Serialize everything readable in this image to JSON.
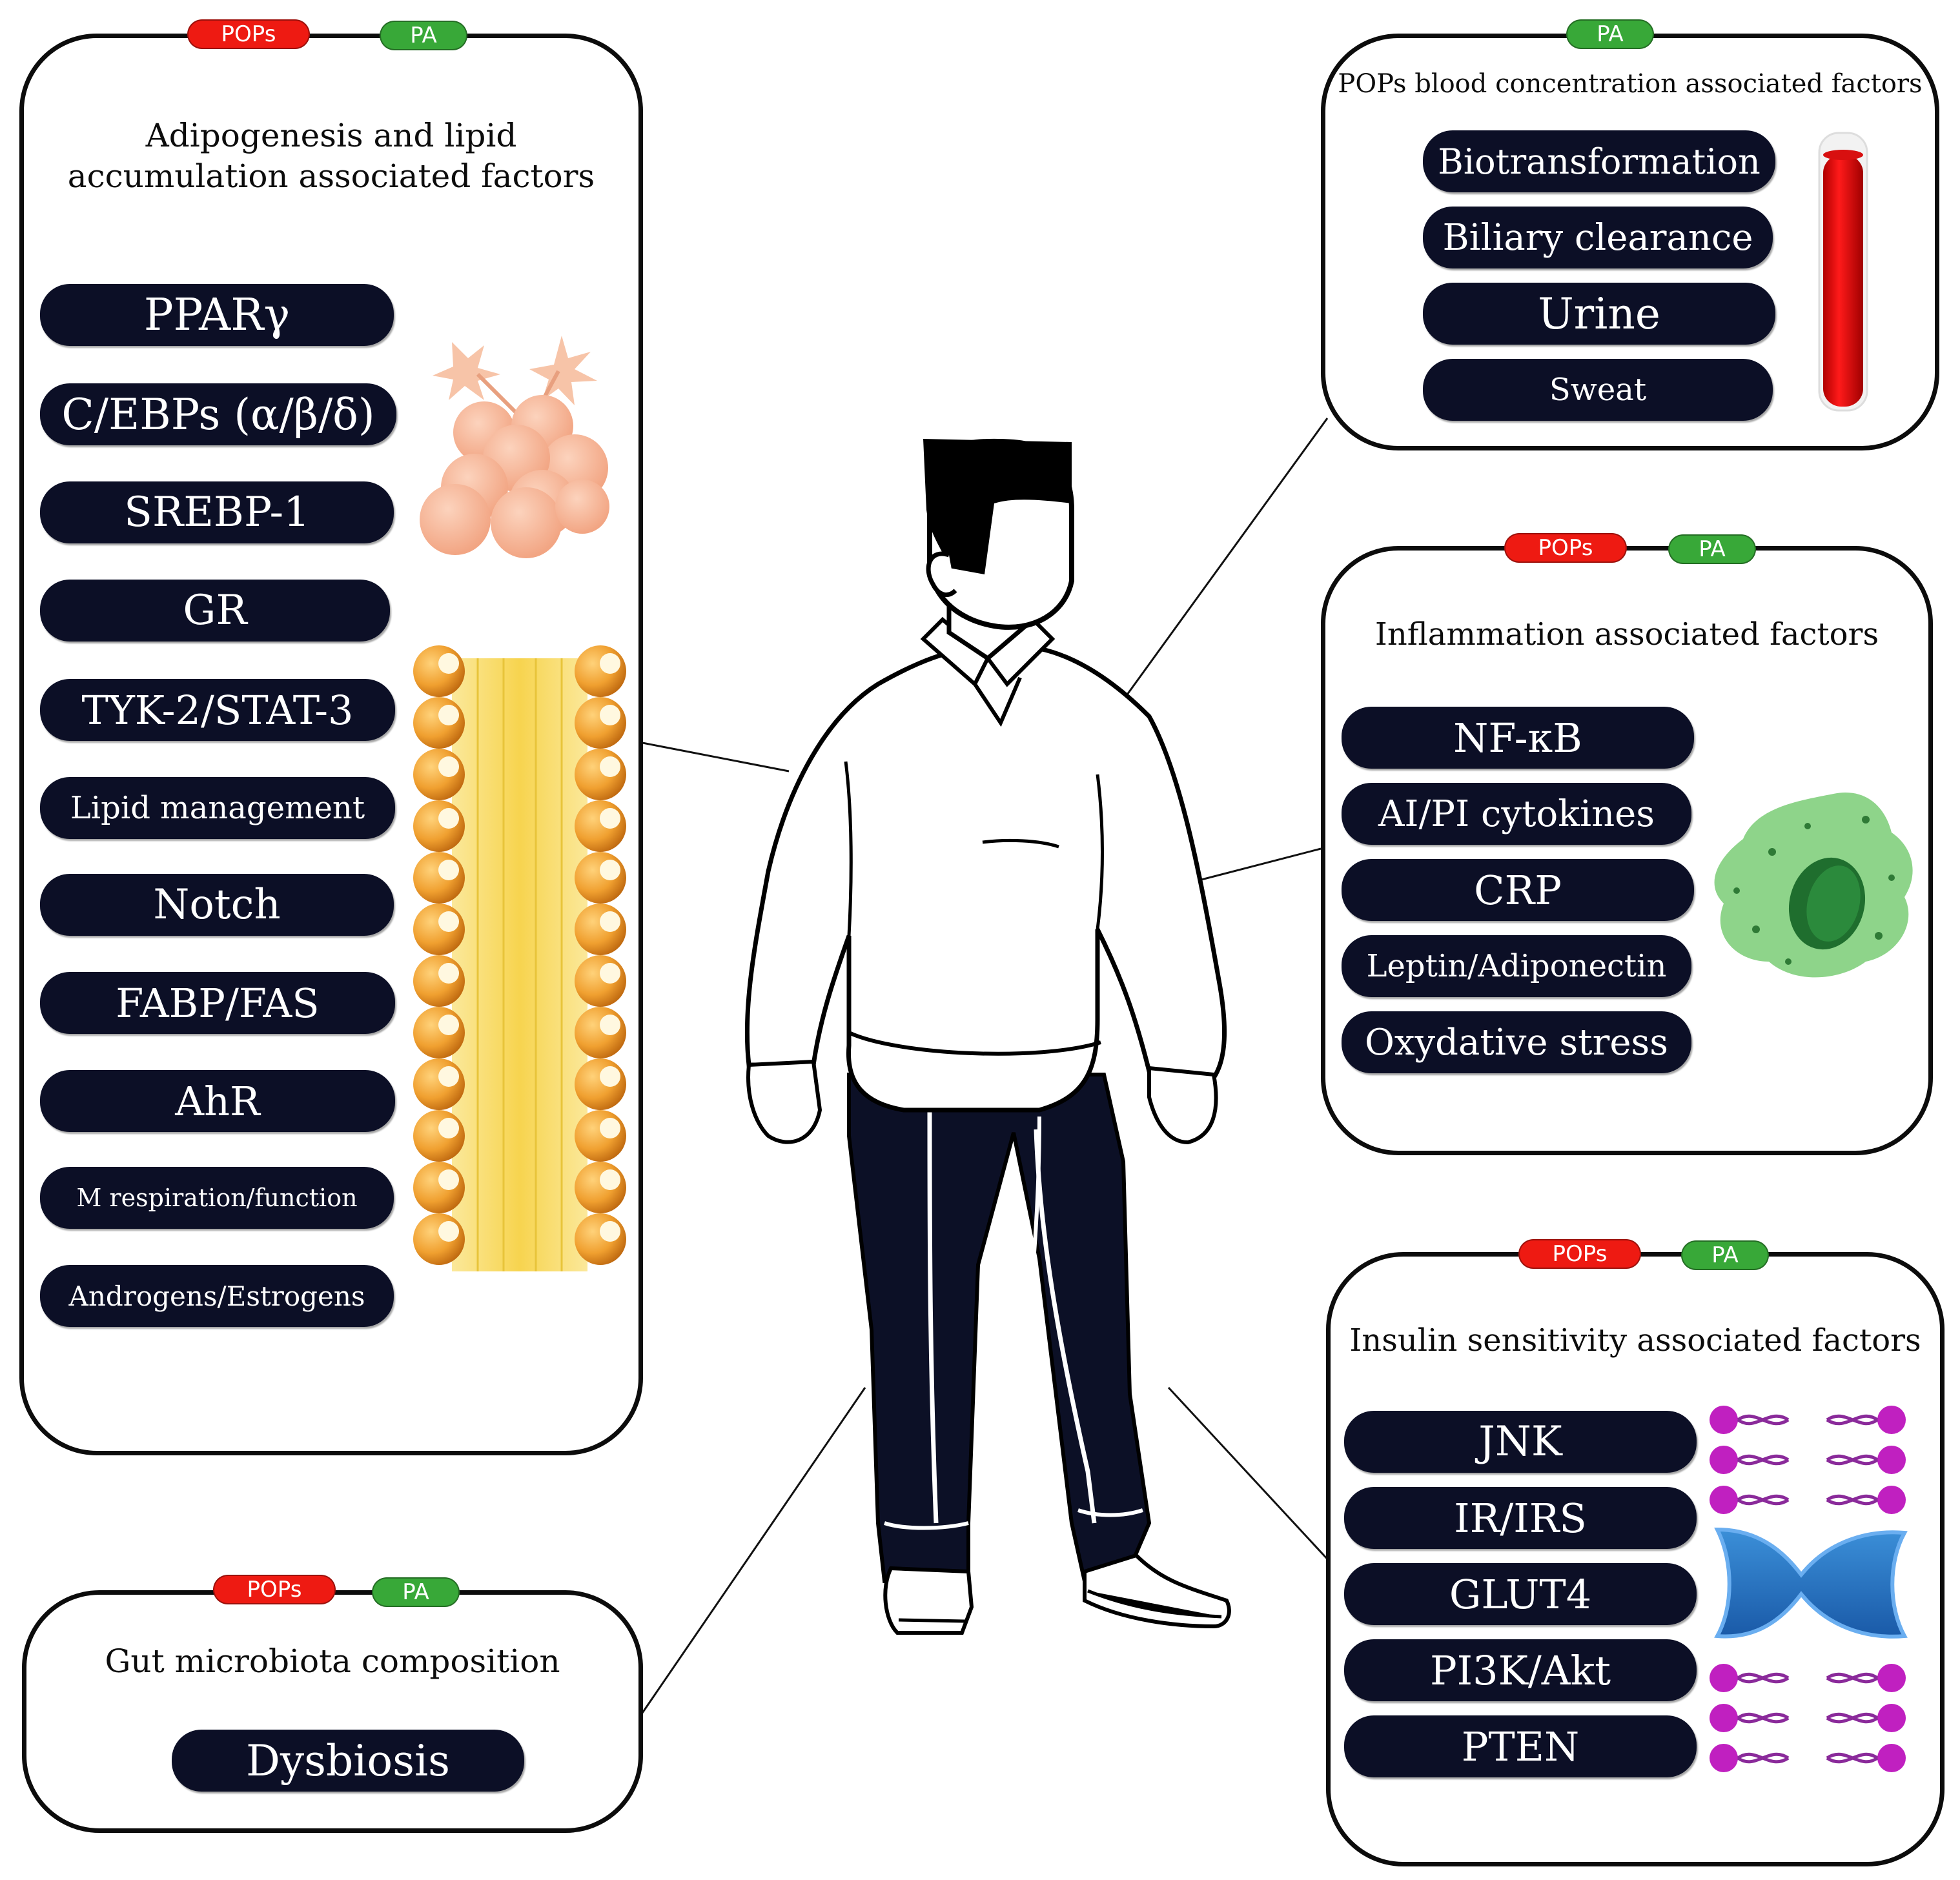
{
  "tags": {
    "pops": "POPs",
    "pa": "PA"
  },
  "colors": {
    "pops": "#ee1a12",
    "pa": "#38a838",
    "pill": "#0c0f26",
    "outline": "#0c0c0c"
  },
  "panels": {
    "adipogenesis": {
      "title_line1": "Adipogenesis and lipid",
      "title_line2": "accumulation associated factors",
      "items": [
        "PPARγ",
        "C/EBPs (α/β/δ)",
        "SREBP-1",
        "GR",
        "TYK-2/STAT-3",
        "Lipid management",
        "Notch",
        "FABP/FAS",
        "AhR",
        "M respiration/function",
        "Androgens/Estrogens"
      ]
    },
    "pops_blood": {
      "title": "POPs blood concentration associated factors",
      "items": [
        "Biotransformation",
        "Biliary clearance",
        "Urine",
        "Sweat"
      ]
    },
    "inflammation": {
      "title": "Inflammation associated factors",
      "items": [
        "NF-κB",
        "AI/PI cytokines",
        "CRP",
        "Leptin/Adiponectin",
        "Oxydative stress"
      ]
    },
    "insulin": {
      "title": "Insulin sensitivity associated factors",
      "items": [
        "JNK",
        "IR/IRS",
        "GLUT4",
        "PI3K/Akt",
        "PTEN"
      ]
    },
    "gut": {
      "title": "Gut microbiota composition",
      "items": [
        "Dysbiosis"
      ]
    }
  },
  "icons": [
    "adipocyte-cluster-icon",
    "lipid-bilayer-icon",
    "blood-tube-icon",
    "macrophage-icon",
    "membrane-transporter-icon",
    "person-figure"
  ]
}
